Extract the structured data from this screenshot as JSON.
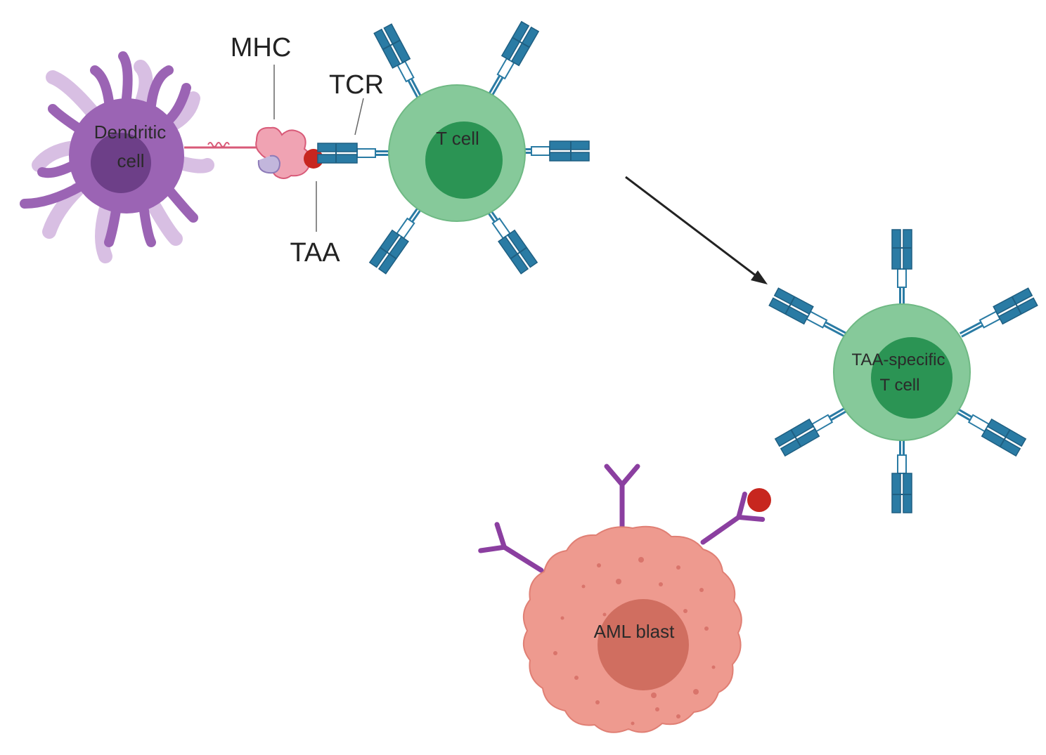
{
  "labels": {
    "dendritic_cell_line1": "Dendritic",
    "dendritic_cell_line2": "cell",
    "mhc": "MHC",
    "tcr": "TCR",
    "taa": "TAA",
    "t_cell": "T cell",
    "taa_specific_line1": "TAA-specific",
    "taa_specific_line2": "T cell",
    "aml_blast": "AML blast"
  },
  "colors": {
    "dendritic_outer": "#9b64b4",
    "dendritic_inner": "#6d3f88",
    "dendritic_light": "#d8bfe3",
    "tcell_outer": "#86c99a",
    "tcell_inner": "#2b9454",
    "receptor_blue": "#2a7ba4",
    "receptor_dark": "#1f5f82",
    "aml_outer": "#ee9a8f",
    "aml_inner": "#d06e60",
    "aml_dots": "#d9746b",
    "antibody_purple": "#8b3fa0",
    "antigen_red": "#c7261f",
    "mhc_pink": "#f0a3b3",
    "arrow": "#222222"
  }
}
